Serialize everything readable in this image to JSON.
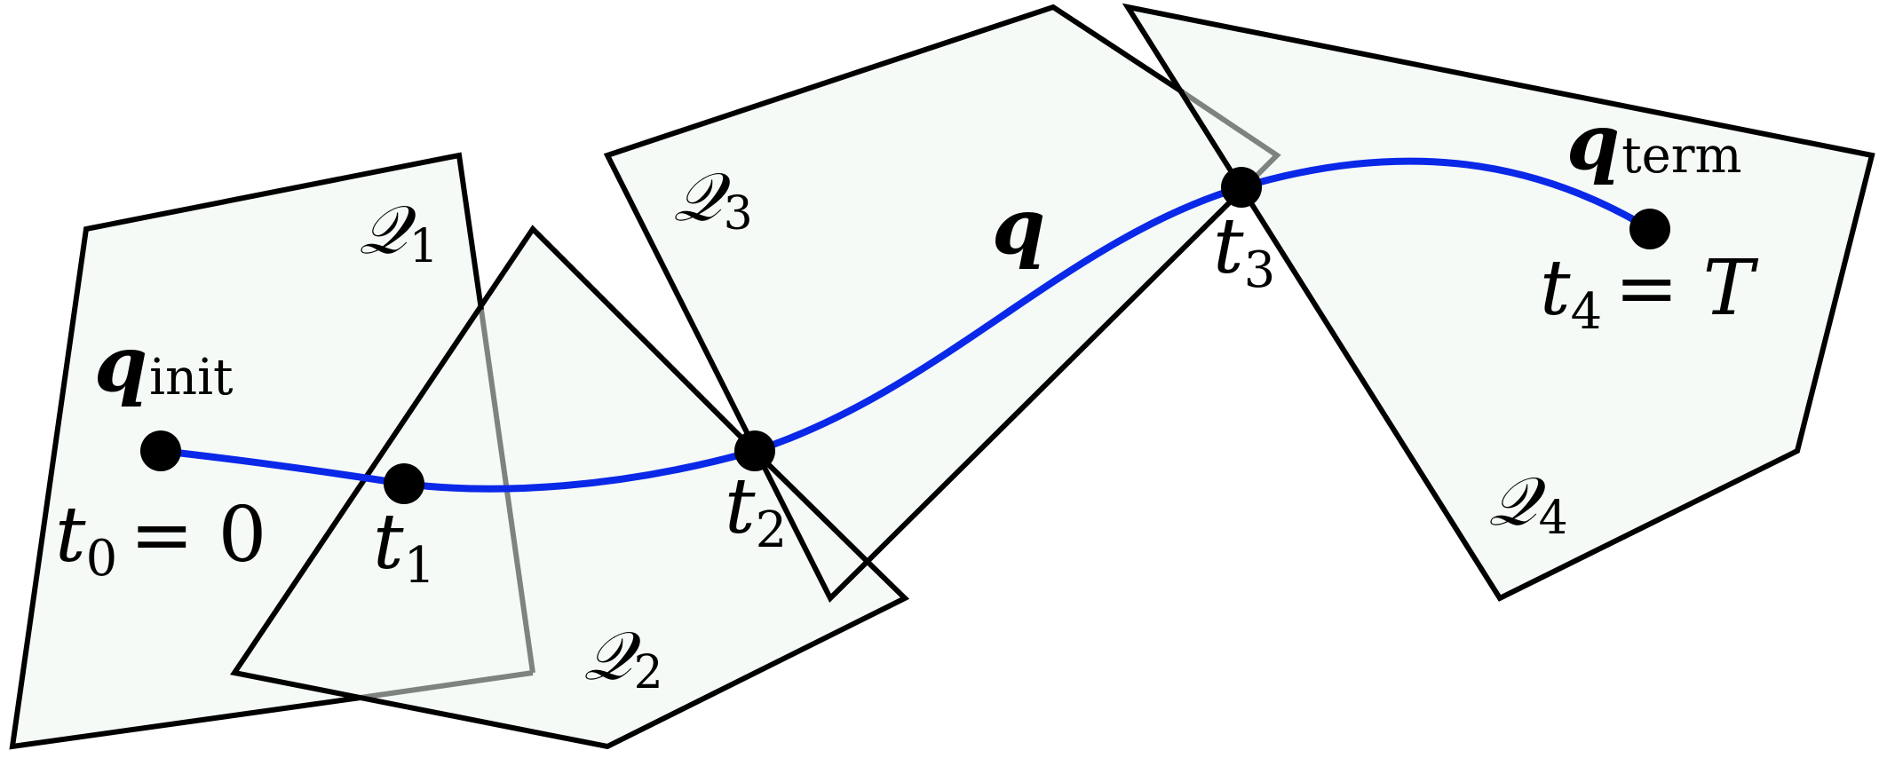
{
  "labels": {
    "q_init": {
      "base": "q",
      "sub": "init"
    },
    "q_term": {
      "base": "q",
      "sub": "term"
    },
    "q": {
      "base": "q"
    },
    "t0": {
      "base": "t",
      "sub": "0",
      "rhs": "= 0"
    },
    "t1": {
      "base": "t",
      "sub": "1"
    },
    "t2": {
      "base": "t",
      "sub": "2"
    },
    "t3": {
      "base": "t",
      "sub": "3"
    },
    "t4": {
      "base": "t",
      "sub": "4",
      "rhs": "= T"
    },
    "Q1": {
      "base": "𝒬",
      "sub": "1"
    },
    "Q2": {
      "base": "𝒬",
      "sub": "2"
    },
    "Q3": {
      "base": "𝒬",
      "sub": "3"
    },
    "Q4": {
      "base": "𝒬",
      "sub": "4"
    }
  },
  "colors": {
    "region_fill": "#f5faf7",
    "edge": "#000000",
    "hidden_edge": "#7f8380",
    "trajectory": "#0a28e8",
    "node": "#000000"
  }
}
